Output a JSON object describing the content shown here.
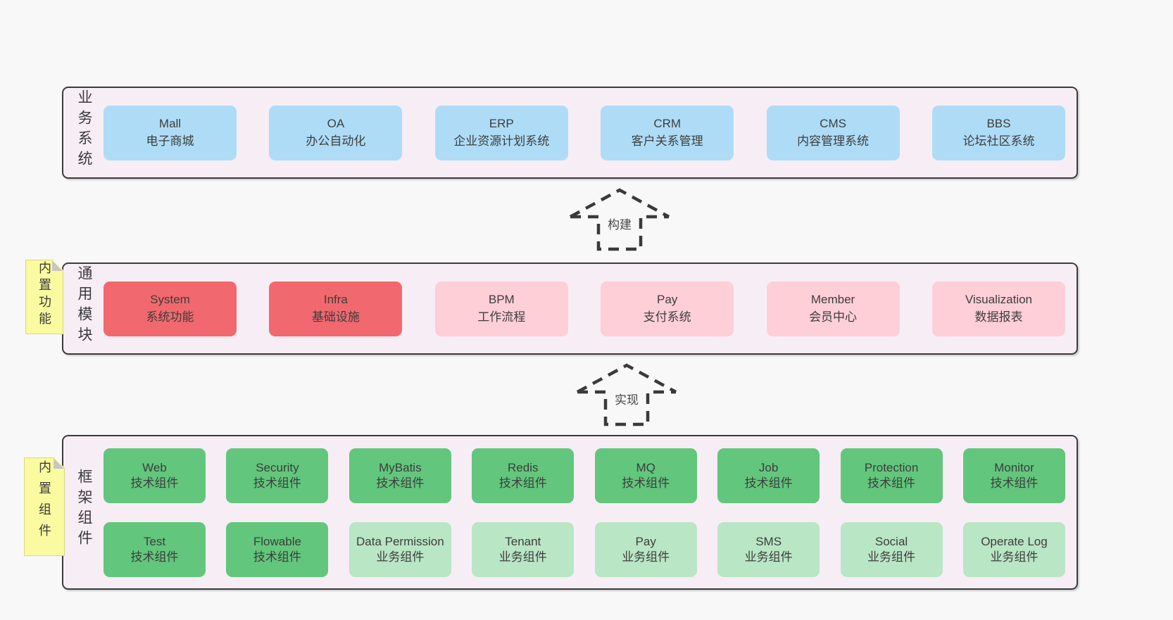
{
  "colors": {
    "page_bg": "#f9f8f9",
    "band_bg": "#f7edf5",
    "band_border": "#3b3b3b",
    "blue": "#aedcf6",
    "red": "#f1696e",
    "pink": "#fecfd7",
    "green": "#62c67c",
    "light_green": "#b9e6c5",
    "sticky_bg": "#fafaa0",
    "sticky_fold": "#c6c6c6",
    "text": "#3d3d3d"
  },
  "bands": {
    "business": {
      "side_label": "业务系统",
      "boxes": [
        {
          "name": "Mall",
          "desc": "电子商城",
          "color": "blue"
        },
        {
          "name": "OA",
          "desc": "办公自动化",
          "color": "blue"
        },
        {
          "name": "ERP",
          "desc": "企业资源计划系统",
          "color": "blue"
        },
        {
          "name": "CRM",
          "desc": "客户关系管理",
          "color": "blue"
        },
        {
          "name": "CMS",
          "desc": "内容管理系统",
          "color": "blue"
        },
        {
          "name": "BBS",
          "desc": "论坛社区系统",
          "color": "blue"
        }
      ]
    },
    "modules": {
      "side_label": "通用模块",
      "sticky": "内置功能",
      "boxes": [
        {
          "name": "System",
          "desc": "系统功能",
          "color": "red"
        },
        {
          "name": "Infra",
          "desc": "基础设施",
          "color": "red"
        },
        {
          "name": "BPM",
          "desc": "工作流程",
          "color": "pink"
        },
        {
          "name": "Pay",
          "desc": "支付系统",
          "color": "pink"
        },
        {
          "name": "Member",
          "desc": "会员中心",
          "color": "pink"
        },
        {
          "name": "Visualization",
          "desc": "数据报表",
          "color": "pink"
        }
      ]
    },
    "components": {
      "side_label": "框架组件",
      "sticky": "内置组件",
      "rows": [
        [
          {
            "name": "Web",
            "desc": "技术组件",
            "color": "green"
          },
          {
            "name": "Security",
            "desc": "技术组件",
            "color": "green"
          },
          {
            "name": "MyBatis",
            "desc": "技术组件",
            "color": "green"
          },
          {
            "name": "Redis",
            "desc": "技术组件",
            "color": "green"
          },
          {
            "name": "MQ",
            "desc": "技术组件",
            "color": "green"
          },
          {
            "name": "Job",
            "desc": "技术组件",
            "color": "green"
          },
          {
            "name": "Protection",
            "desc": "技术组件",
            "color": "green"
          },
          {
            "name": "Monitor",
            "desc": "技术组件",
            "color": "green"
          }
        ],
        [
          {
            "name": "Test",
            "desc": "技术组件",
            "color": "green"
          },
          {
            "name": "Flowable",
            "desc": "技术组件",
            "color": "green"
          },
          {
            "name": "Data Permission",
            "desc": "业务组件",
            "color": "light_green"
          },
          {
            "name": "Tenant",
            "desc": "业务组件",
            "color": "light_green"
          },
          {
            "name": "Pay",
            "desc": "业务组件",
            "color": "light_green"
          },
          {
            "name": "SMS",
            "desc": "业务组件",
            "color": "light_green"
          },
          {
            "name": "Social",
            "desc": "业务组件",
            "color": "light_green"
          },
          {
            "name": "Operate Log",
            "desc": "业务组件",
            "color": "light_green"
          }
        ]
      ]
    }
  },
  "arrows": [
    {
      "label": "构建"
    },
    {
      "label": "实现"
    }
  ]
}
